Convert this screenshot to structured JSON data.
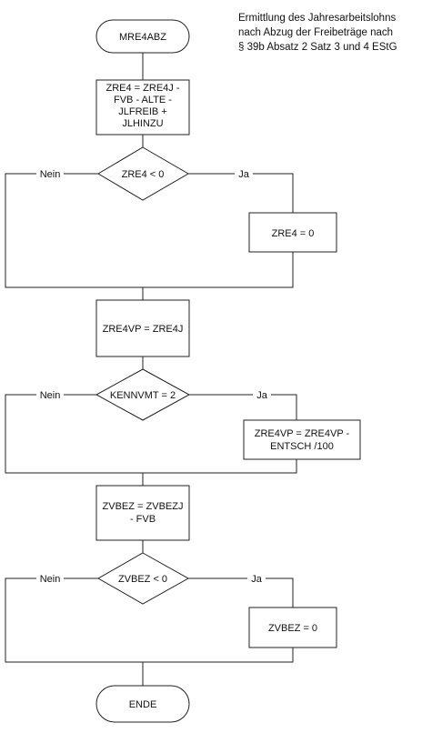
{
  "caption": {
    "lines": [
      "Ermittlung des Jahresarbeitslohns",
      "nach Abzug der Freibeträge nach",
      "§ 39b Absatz 2 Satz 3 und 4 EStG"
    ]
  },
  "flow": {
    "start_label": "MRE4ABZ",
    "end_label": "ENDE",
    "yes_label": "Ja",
    "no_label": "Nein",
    "step1": [
      "ZRE4 = ZRE4J -",
      "FVB - ALTE -",
      "JLFREIB  +",
      "JLHINZU"
    ],
    "decision1": "ZRE4 < 0",
    "action1": "ZRE4 = 0",
    "step2": [
      "ZRE4VP = ZRE4J"
    ],
    "decision2": "KENNVMT = 2",
    "action2": [
      "ZRE4VP = ZRE4VP -",
      "ENTSCH /100"
    ],
    "step3": [
      "ZVBEZ = ZVBEZJ",
      "- FVB"
    ],
    "decision3": "ZVBEZ < 0",
    "action3": "ZVBEZ = 0"
  }
}
